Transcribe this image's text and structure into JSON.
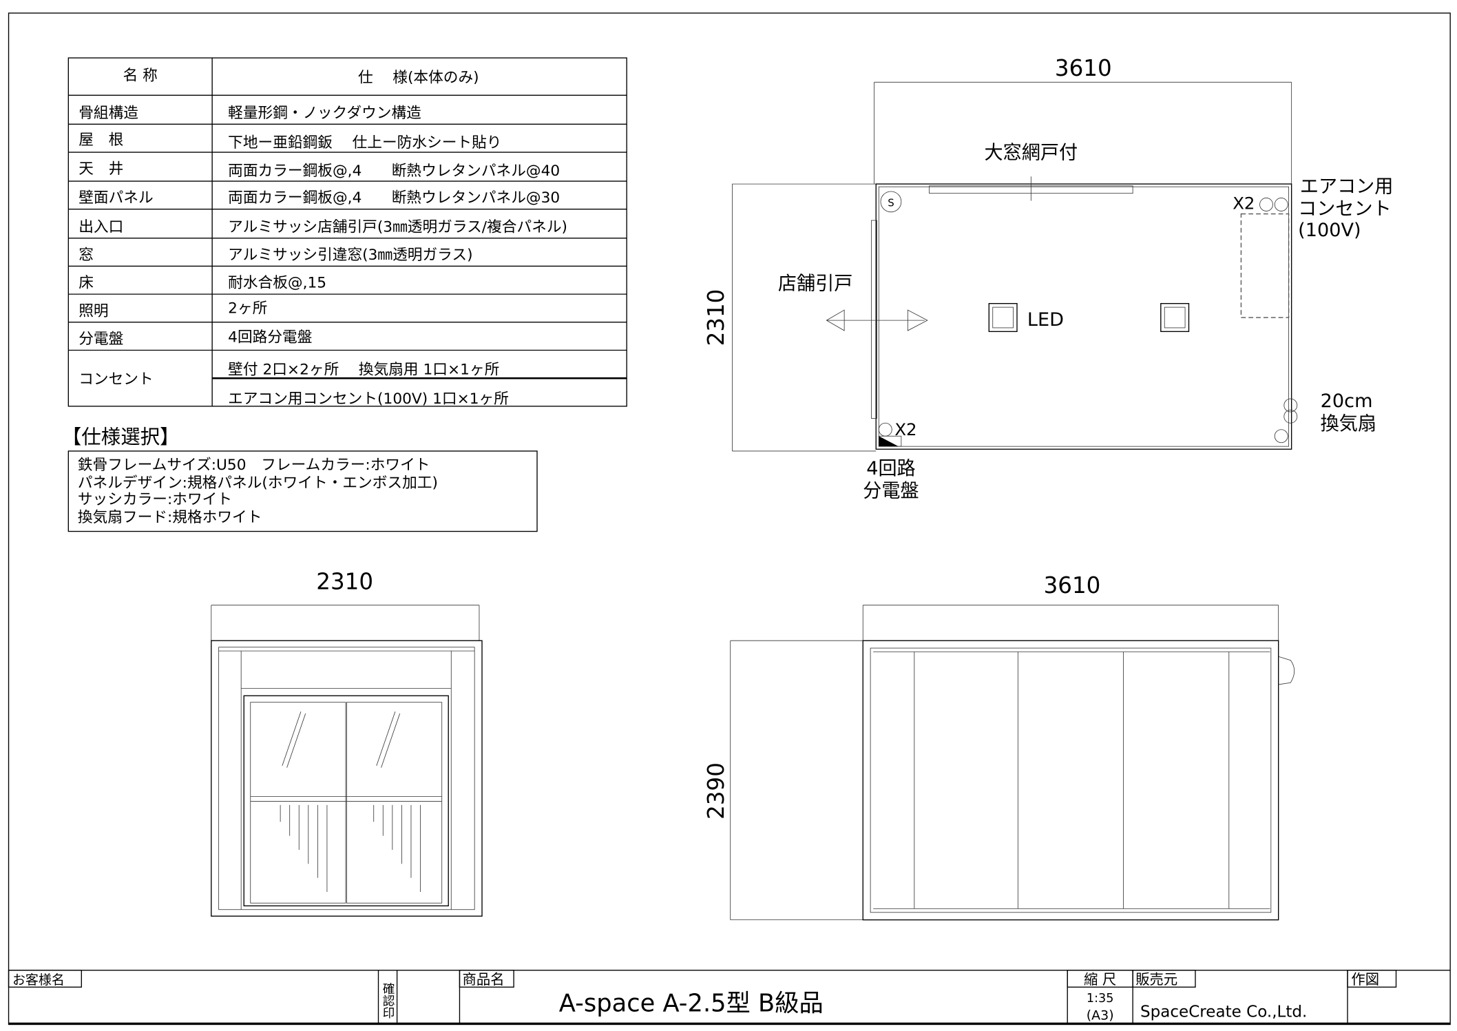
{
  "spec_table": {
    "header_name": "名 称",
    "header_spec": "仕　 様(本体のみ)",
    "rows": [
      {
        "name": "骨組構造",
        "spec": "軽量形鋼・ノックダウン構造"
      },
      {
        "name": "屋　根",
        "spec": "下地ー亜鉛鋼鈑　 仕上ー防水シート貼り"
      },
      {
        "name": "天　井",
        "spec": "両面カラー鋼板@,4　　断熱ウレタンパネル@40"
      },
      {
        "name": "壁面パネル",
        "spec": "両面カラー鋼板@,4　　断熱ウレタンパネル@30"
      },
      {
        "name": "出入口",
        "spec": "アルミサッシ店舗引戸(3㎜透明ガラス/複合パネル)"
      },
      {
        "name": "窓",
        "spec": "アルミサッシ引違窓(3㎜透明ガラス)"
      },
      {
        "name": "床",
        "spec": "耐水合板@,15"
      },
      {
        "name": "照明",
        "spec": "2ヶ所"
      },
      {
        "name": "分電盤",
        "spec": "4回路分電盤"
      }
    ],
    "outlet": {
      "name": "コンセント",
      "spec_1": "壁付 2口×2ヶ所　 換気扇用 1口×1ヶ所",
      "spec_2": "エアコン用コンセント(100V) 1口×1ヶ所"
    }
  },
  "selection": {
    "title": "【仕様選択】",
    "lines": [
      "鉄骨フレームサイズ:U50　フレームカラー:ホワイト",
      "パネルデザイン:規格パネル(ホワイト・エンボス加工)",
      "サッシカラー:ホワイト",
      "換気扇フード:規格ホワイト"
    ]
  },
  "plan": {
    "width_dim": "3610",
    "depth_dim": "2310",
    "window_label": "大窓網戸付",
    "door_label": "店舗引戸",
    "led_label": "LED",
    "switch_symbol": "S",
    "ac_outlet_count": "X2",
    "ac_outlet_label_1": "エアコン用",
    "ac_outlet_label_2": "コンセント",
    "ac_outlet_label_3": "(100V)",
    "fan_label_1": "20cm",
    "fan_label_2": "換気扇",
    "panel_count": "X2",
    "panel_label_1": "4回路",
    "panel_label_2": "分電盤"
  },
  "side_elevation": {
    "width_dim": "2310"
  },
  "front_elevation": {
    "width_dim": "3610",
    "height_dim": "2390"
  },
  "title_block": {
    "customer_label": "お客様名",
    "confirm_label": "確認印",
    "product_label": "商品名",
    "product_name": "A-space A-2.5型 B級品",
    "scale_label": "縮 尺",
    "scale_value": "1:35",
    "paper_size": "(A3)",
    "seller_label": "販売元",
    "seller_name": "SpaceCreate Co.,Ltd.",
    "drawer_label": "作図"
  }
}
